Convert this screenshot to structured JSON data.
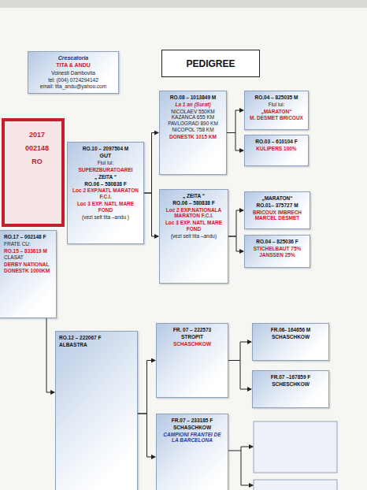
{
  "diagram": {
    "title": "PEDIGREE",
    "nodes": [
      {
        "text": [
          "Crescatoria",
          "TITA & ANDU",
          "Voinesti Dambovita",
          "tel: (004) 0724294142",
          "email: tita_andu@yahoo.com"
        ]
      },
      {
        "text": [
          "2017",
          "002148",
          "RO"
        ]
      },
      {
        "text": [
          "RO.10 – 2097504 M",
          "GUT",
          "Fiul lui:",
          "SUPERZBURATOAREI",
          "„ ZEITA “",
          "RO.06 – 580838 F",
          "Loc 2 EXP.NATL MARATON F.C.I.",
          "Loc 3 EXP. NATL MARE FOND",
          "(vezi selt tita –andu )"
        ]
      },
      {
        "text": [
          "RO.08 – 1013849 M",
          "La 1 an (Surat)",
          "NICOLAEV 550KM KAZANCA 655 KM PAVLOGRAD 890 KM NICOPOL 758 KM",
          "DONESTK 1015 KM"
        ]
      },
      {
        "text": [
          "RO.04 – 825035 M",
          "Fiul lui:",
          "„MARATON“",
          "M. DESMET BRICOUX"
        ]
      },
      {
        "text": [
          "RO.03 – 610104 F",
          "KULIPERS 100%"
        ]
      },
      {
        "text": [
          "„ ZEITA “",
          "RO.06 – 580838 F",
          "Loc 2 EXP.NATIONALA MARATON F.C.I.",
          "Loc 3 EXP. NATL MARE FOND",
          "(vezi selt tita –andu)"
        ]
      },
      {
        "text": [
          "„MARATON“",
          "RO.01– 375727 M",
          "BRICOUX IMBRECH MARCEL DESMET"
        ]
      },
      {
        "text": [
          "RO.04 – 825036 F",
          "STICHELBAUT 75% JANSSEN 25%"
        ]
      },
      {
        "text": [
          "RO.17 – 002148 F",
          "FRATE CU:",
          "RO.15 – 833619 M",
          "CLASAT",
          "DERBY NATIONAL DONESTK 1000KM"
        ]
      },
      {
        "text": [
          "RO.12 – 222067 F",
          "ALBASTRA"
        ]
      },
      {
        "text": [
          "FR. 07 – 222573",
          "STROPIT",
          "SCHASCHKOW"
        ]
      },
      {
        "text": [
          "FR.06- 164656 M",
          "SCHASCHKOW"
        ]
      },
      {
        "text": [
          "FR.07 –167859 F",
          "SCHESCHKOW"
        ]
      },
      {
        "text": [
          "FR.07 – 233185 F",
          "SCHASCHKOW",
          "CAMPIONI FRANTEI DE LA BARCELONA"
        ]
      }
    ],
    "edges": [
      {
        "from": 2,
        "to": 3,
        "arrow": "to"
      },
      {
        "from": 2,
        "to": 6,
        "arrow": "to"
      },
      {
        "from": 3,
        "to": 4,
        "arrow": "to"
      },
      {
        "from": 3,
        "to": 5,
        "arrow": "to"
      },
      {
        "from": 6,
        "to": 7,
        "arrow": "to"
      },
      {
        "from": 6,
        "to": 8,
        "arrow": "to"
      },
      {
        "from": 9,
        "to": 10,
        "arrow": "to"
      },
      {
        "from": 10,
        "to": 11,
        "arrow": "to"
      },
      {
        "from": 10,
        "to": 14,
        "arrow": "to"
      },
      {
        "from": 11,
        "to": 12,
        "arrow": "to"
      },
      {
        "from": 11,
        "to": 13,
        "arrow": "to"
      }
    ]
  }
}
